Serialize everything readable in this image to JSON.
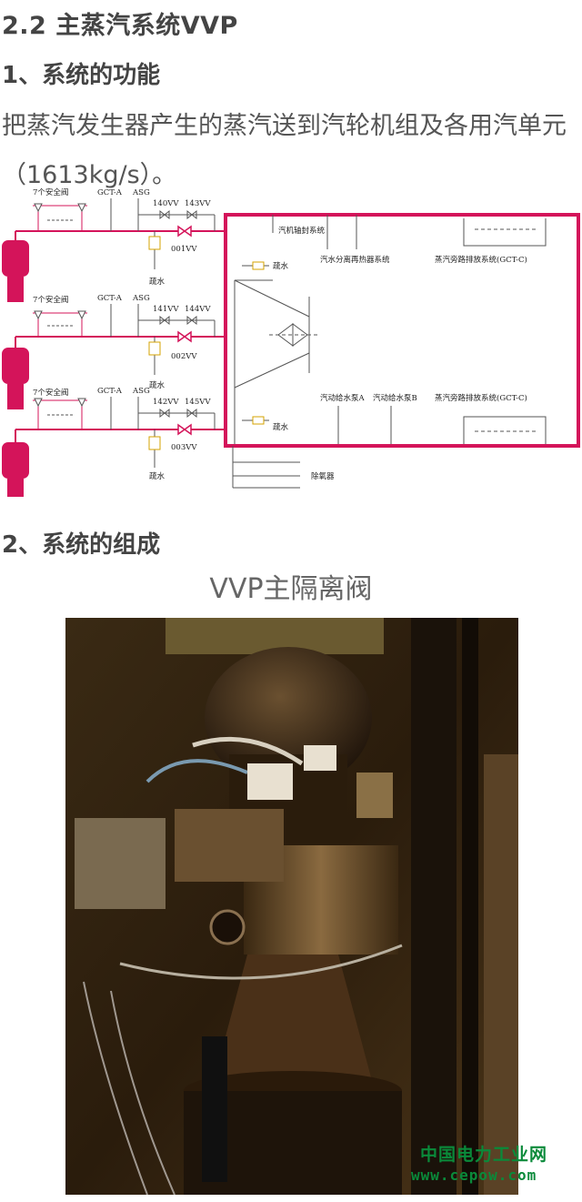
{
  "heading": "2.2 主蒸汽系统VVP",
  "section1": {
    "title": "1、系统的功能",
    "text": "把蒸汽发生器产生的蒸汽送到汽轮机组及各用汽单元（1613kg/s）。"
  },
  "diagram": {
    "safety_valves": [
      "7个安全阀",
      "7个安全阀",
      "7个安全阀"
    ],
    "gct": [
      "GCT-A",
      "GCT-A",
      "GCT-A"
    ],
    "asg": [
      "ASG",
      "ASG",
      "ASG"
    ],
    "valves_left": [
      "140VV",
      "141VV",
      "142VV"
    ],
    "valves_right": [
      "143VV",
      "144VV",
      "145VV"
    ],
    "isolation": [
      "001VV",
      "002VV",
      "003VV"
    ],
    "drain": "疏水",
    "turbine_seal": "汽机轴封系统",
    "msr": "汽水分离再热器系统",
    "bypass_top": "蒸汽旁路排放系统(GCT-C)",
    "bypass_bottom": "蒸汽旁路排放系统(GCT-C)",
    "pump_a": "汽动给水泵A",
    "pump_b": "汽动给水泵B",
    "deaerator": "除氧器",
    "accent": "#d4145a"
  },
  "section2": {
    "title": "2、系统的组成"
  },
  "photo": {
    "caption": "VVP主隔离阀"
  },
  "watermark": {
    "line1": "中国电力工业网",
    "line2": "www.cepow.com"
  }
}
